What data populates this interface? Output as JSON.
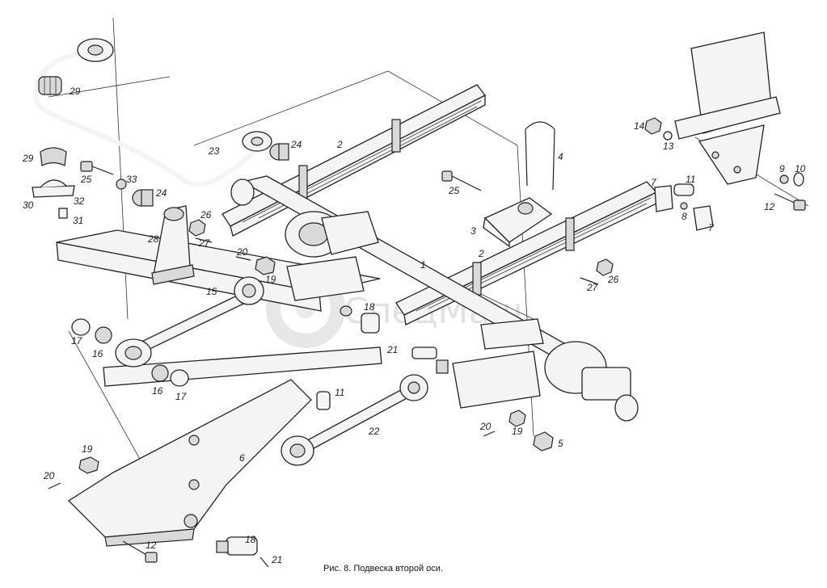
{
  "caption": "Рис. 8. Подвеска второй оси.",
  "watermark": "СпецМаш",
  "callouts": {
    "c1": "1",
    "c2a": "2",
    "c2b": "2",
    "c3": "3",
    "c4": "4",
    "c5": "5",
    "c6": "6",
    "c7a": "7",
    "c7b": "7",
    "c8": "8",
    "c9": "9",
    "c10": "10",
    "c11a": "11",
    "c11b": "11",
    "c12a": "12",
    "c12b": "12",
    "c13": "13",
    "c14": "14",
    "c15": "15",
    "c16a": "16",
    "c16b": "16",
    "c17a": "17",
    "c17b": "17",
    "c18a": "18",
    "c18b": "18",
    "c19a": "19",
    "c19b": "19",
    "c19c": "19",
    "c20a": "20",
    "c20b": "20",
    "c20c": "20",
    "c21a": "21",
    "c21b": "21",
    "c22": "22",
    "c23": "23",
    "c24a": "24",
    "c24b": "24",
    "c25a": "25",
    "c25b": "25",
    "c26a": "26",
    "c26b": "26",
    "c27a": "27",
    "c27b": "27",
    "c28": "28",
    "c29a": "29",
    "c29b": "29",
    "c30": "30",
    "c31": "31",
    "c32": "32",
    "c33": "33"
  }
}
